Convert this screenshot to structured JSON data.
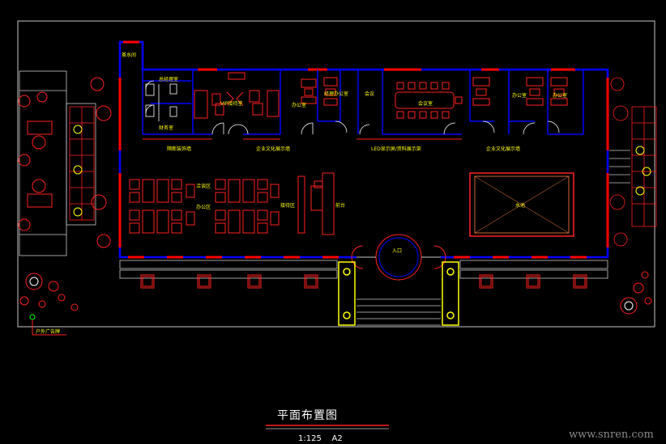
{
  "drawing": {
    "title": "平面布置图",
    "scale": "1:125",
    "paper": "A2",
    "watermark": "www.snren.com"
  },
  "rooms": {
    "room_tl": "茶水间",
    "manager": "总经理室",
    "finance": "财务室",
    "vip": "VIP接待室",
    "room_a": "办公室",
    "room_b": "经理办公室",
    "room_c": "会议",
    "meeting": "会议室",
    "room_d": "办公室",
    "room_e": "办公室",
    "lounge": "洽谈区",
    "work": "办公区",
    "reception": "接待区",
    "front_desk": "前台",
    "pool": "水池",
    "entrance": "入口",
    "note_left": "户外广告牌"
  },
  "corridor_notes": {
    "n1": "隔断装饰墙",
    "n2": "企业文化展示墙",
    "led": "LED显示屏/资料展示架",
    "n3": "企业文化展示墙"
  },
  "colors": {
    "wall": "#0000ff",
    "window": "#ff0000",
    "furniture": "#ff2020",
    "text": "#ffff00",
    "frame": "#ffffff",
    "outline": "#c8c8c8"
  }
}
